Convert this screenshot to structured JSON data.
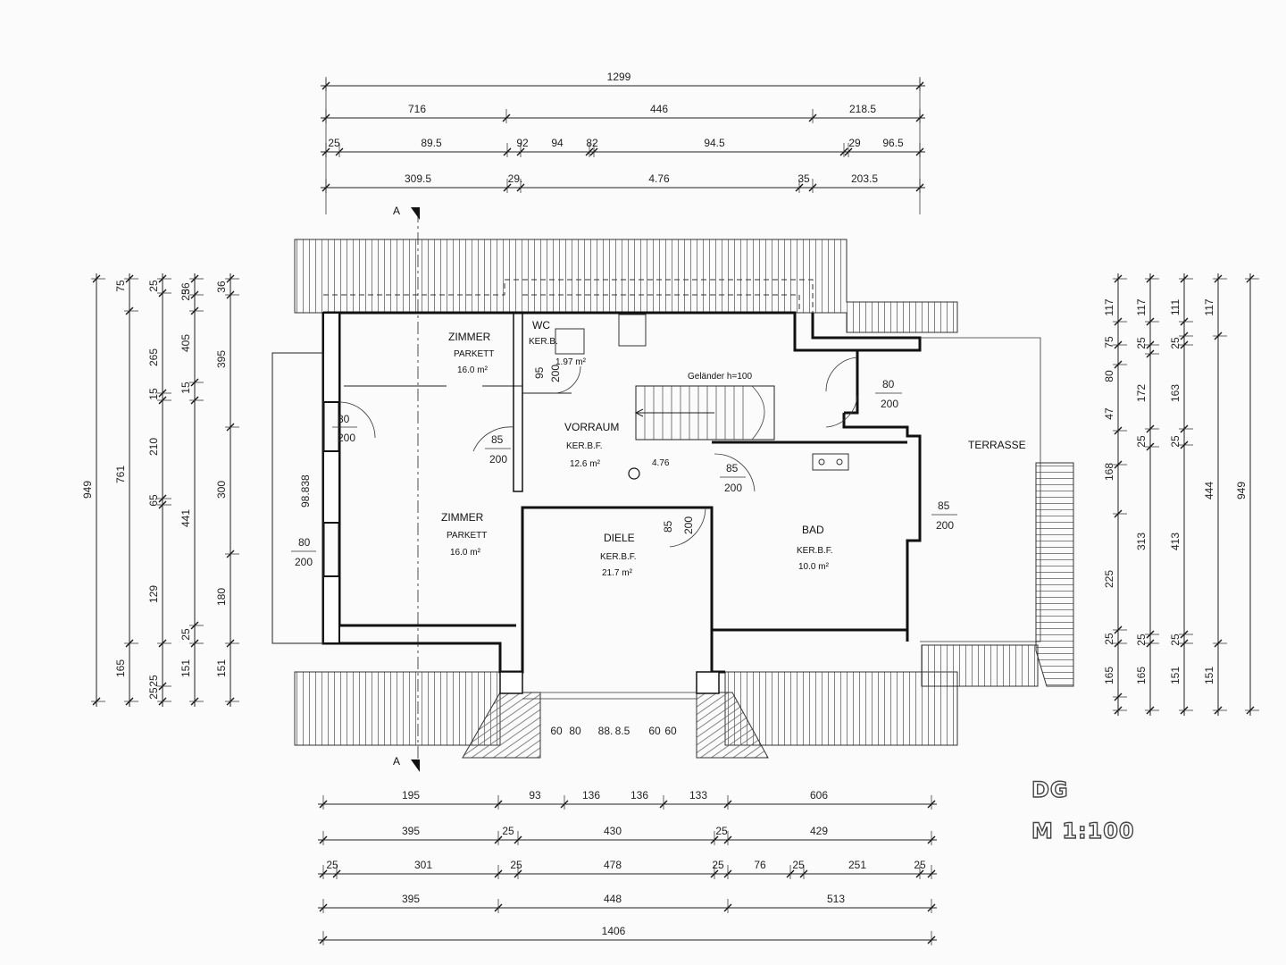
{
  "title": {
    "floor": "DG",
    "scale": "M 1:100"
  },
  "section_marker": "A",
  "rooms": {
    "zimmer1": {
      "name": "ZIMMER",
      "floor": "PARKETT",
      "area": "16.0 m²"
    },
    "zimmer2": {
      "name": "ZIMMER",
      "floor": "PARKETT",
      "area": "16.0 m²"
    },
    "wc": {
      "name": "WC",
      "floor": "KER.B.",
      "area": "1.97 m²"
    },
    "vorraum": {
      "name": "VORRAUM",
      "floor": "KER.B.F.",
      "area": "12.6 m²"
    },
    "diele": {
      "name": "DIELE",
      "floor": "KER.B.F.",
      "area": "21.7 m²"
    },
    "bad": {
      "name": "BAD",
      "floor": "KER.B.F.",
      "area": "10.0 m²"
    },
    "terrasse": {
      "name": "TERRASSE"
    }
  },
  "railing_label": "Geländer h=100",
  "level_mark": "4.76",
  "openings": {
    "d_zimmer1_w": "80",
    "d_zimmer1_h": "200",
    "win_left_w": "80",
    "win_left_h": "200",
    "d_vorraum_w": "85",
    "d_vorraum_h": "200",
    "d_wc_w": "95",
    "d_wc_h": "200",
    "d_bad_w": "85",
    "d_bad_h": "200",
    "d_diele_w": "85",
    "d_diele_h": "200",
    "d_terr_top_w": "80",
    "d_terr_top_h": "200",
    "d_terr_bad_w": "85",
    "d_terr_bad_h": "200",
    "wall_thk": "98.838"
  },
  "dims_top": {
    "r1": [
      "1299"
    ],
    "r2": [
      "716",
      "446",
      "218.5"
    ],
    "r3": [
      "25",
      "89.5",
      "92",
      "94",
      "82",
      "94.5",
      "29",
      "96.5"
    ],
    "r4": [
      "309.5",
      "29.",
      "4.76",
      "35",
      "203.5"
    ]
  },
  "dims_bottom": {
    "inner": [
      "60",
      "80",
      "88.",
      "8.5",
      "60",
      "60"
    ],
    "r1": [
      "195",
      "93",
      "136",
      "136",
      "133",
      "606"
    ],
    "r2": [
      "395",
      "25",
      "430",
      "25",
      "429"
    ],
    "r3": [
      "25",
      "301",
      "25",
      "478",
      "25",
      "76",
      "25",
      "251",
      "25"
    ],
    "r4": [
      "395",
      "448",
      "513"
    ],
    "r5": [
      "1406"
    ]
  },
  "dims_left": {
    "c1": [
      "949"
    ],
    "c2": [
      "75",
      "761",
      "165"
    ],
    "c3": [
      "25",
      "265",
      "15",
      "210",
      "65",
      "129",
      "25",
      "25"
    ],
    "c4": [
      "36",
      "25",
      "405",
      "15",
      "441",
      "25",
      "151"
    ],
    "c5": [
      "36",
      "395",
      "300",
      "180",
      "151"
    ]
  },
  "dims_right": {
    "c1": [
      "117",
      "75",
      "80",
      "47",
      "168",
      "225",
      "25",
      "165"
    ],
    "c2": [
      "117",
      "25",
      "172",
      "25",
      "313",
      "25",
      "165"
    ],
    "c3": [
      "111",
      "25",
      "163",
      "25",
      "413",
      "25",
      "151"
    ],
    "c4": [
      "117",
      "444",
      "151"
    ],
    "c5": [
      "949"
    ]
  }
}
